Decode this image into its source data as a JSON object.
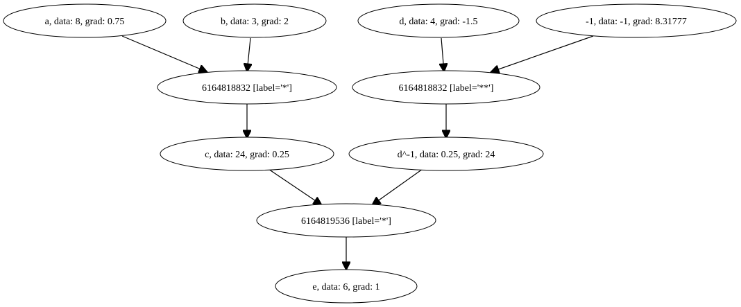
{
  "graph": {
    "nodes": [
      {
        "id": "a",
        "label": "a, data: 8, grad: 0.75"
      },
      {
        "id": "b",
        "label": "b, data: 3, grad: 2"
      },
      {
        "id": "d",
        "label": "d, data: 4, grad: -1.5"
      },
      {
        "id": "neg1",
        "label": "-1, data: -1, grad: 8.31777"
      },
      {
        "id": "mul1",
        "label": "6164818832 [label='*']"
      },
      {
        "id": "pow1",
        "label": "6164818832 [label='**']"
      },
      {
        "id": "c",
        "label": "c, data: 24, grad: 0.25"
      },
      {
        "id": "dinv",
        "label": "d^-1, data: 0.25, grad: 24"
      },
      {
        "id": "mul2",
        "label": "6164819536 [label='*']"
      },
      {
        "id": "e",
        "label": "e, data: 6, grad: 1"
      }
    ],
    "edges": [
      {
        "from": "a",
        "to": "mul1"
      },
      {
        "from": "b",
        "to": "mul1"
      },
      {
        "from": "d",
        "to": "pow1"
      },
      {
        "from": "neg1",
        "to": "pow1"
      },
      {
        "from": "mul1",
        "to": "c"
      },
      {
        "from": "pow1",
        "to": "dinv"
      },
      {
        "from": "c",
        "to": "mul2"
      },
      {
        "from": "dinv",
        "to": "mul2"
      },
      {
        "from": "mul2",
        "to": "e"
      }
    ]
  }
}
